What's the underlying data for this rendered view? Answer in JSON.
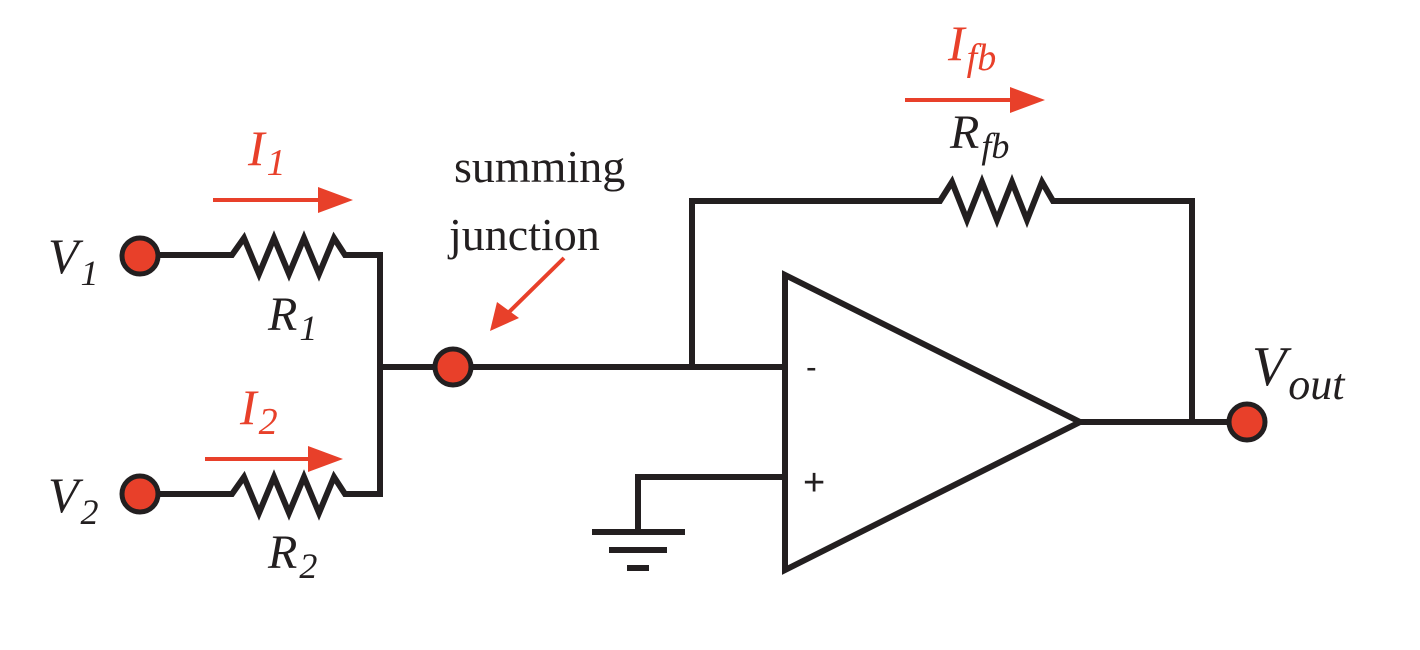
{
  "colors": {
    "wire": "#231f20",
    "accent": "#e8402a",
    "background": "#ffffff"
  },
  "labels": {
    "v1": {
      "main": "V",
      "sub": "1"
    },
    "v2": {
      "main": "V",
      "sub": "2"
    },
    "r1": {
      "main": "R",
      "sub": "1"
    },
    "r2": {
      "main": "R",
      "sub": "2"
    },
    "rfb": {
      "main": "R",
      "sub": "fb"
    },
    "i1": {
      "main": "I",
      "sub": "1"
    },
    "i2": {
      "main": "I",
      "sub": "2"
    },
    "ifb": {
      "main": "I",
      "sub": "fb"
    },
    "vout": {
      "main": "V",
      "sub": "out"
    }
  },
  "annotation": {
    "line1": "summing",
    "line2": "junction"
  },
  "opamp": {
    "inverting": "-",
    "noninverting": "+"
  }
}
